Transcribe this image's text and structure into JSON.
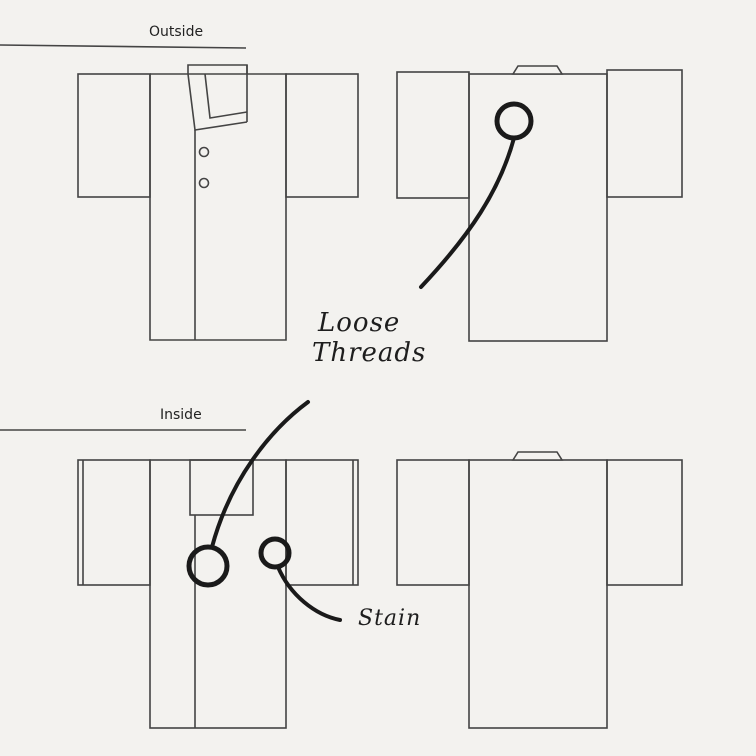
{
  "sections": {
    "outside": "Outside",
    "inside": "Inside"
  },
  "annotations": {
    "loose_threads_line1": "Loose",
    "loose_threads_line2": "Threads",
    "stain": "Stain"
  },
  "colors": {
    "line": "#333333",
    "marker": "#1a1a1a",
    "background": "#f3f2ef"
  }
}
